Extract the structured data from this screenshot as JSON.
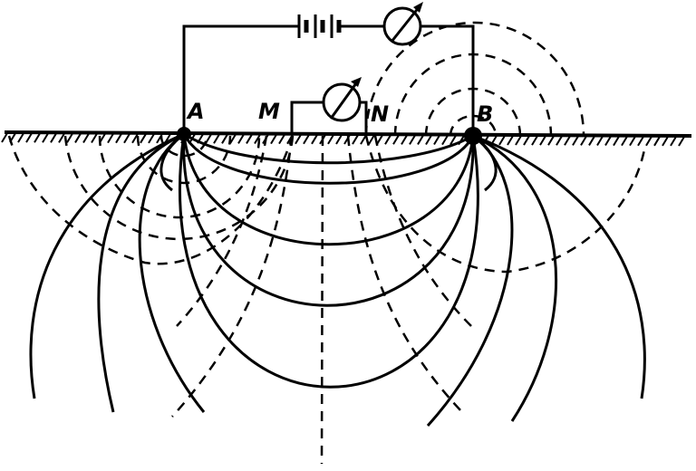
{
  "labels": {
    "electrode_a": "A",
    "electrode_b": "B",
    "electrode_m": "M",
    "electrode_n": "N"
  },
  "components": {
    "power_source": "battery-icon",
    "current_meter": "ammeter-icon",
    "voltage_meter": "voltmeter-icon"
  },
  "colors": {
    "ink": "#000000",
    "background": "#ffffff"
  }
}
